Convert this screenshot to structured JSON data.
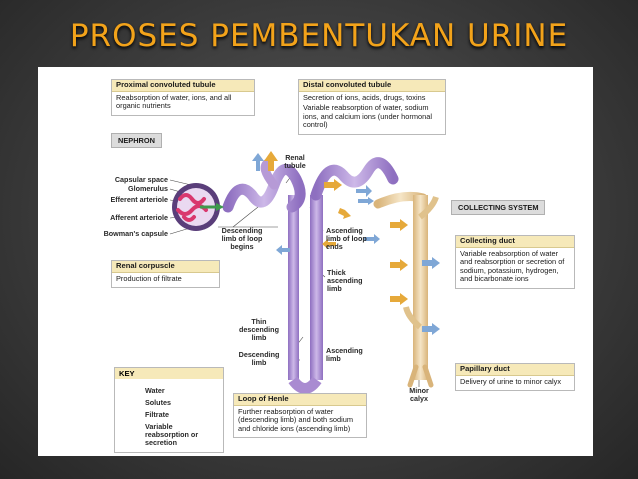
{
  "title": "PROSES PEMBENTUKAN URINE",
  "boxes": {
    "pct": {
      "title": "Proximal convoluted tubule",
      "lines": [
        "Reabsorption of water, ions, and all organic nutrients"
      ]
    },
    "dct": {
      "title": "Distal convoluted tubule",
      "lines": [
        "Secretion of ions, acids, drugs, toxins",
        "Variable reabsorption of water, sodium ions, and calcium ions (under hormonal control)"
      ]
    },
    "renal_corpuscle": {
      "title": "Renal corpuscle",
      "lines": [
        "Production of filtrate"
      ]
    },
    "collecting_duct": {
      "title": "Collecting duct",
      "lines": [
        "Variable reabsorption of water and reabsorption or secretion of sodium, potassium, hydrogen, and bicarbonate ions"
      ]
    },
    "papillary_duct": {
      "title": "Papillary duct",
      "lines": [
        "Delivery of urine to minor calyx"
      ]
    },
    "loop_of_henle": {
      "title": "Loop of Henle",
      "lines": [
        "Further reabsorption of water (descending limb) and both sodium and chloride ions (ascending limb)"
      ]
    }
  },
  "tags": {
    "nephron": "NEPHRON",
    "collecting_system": "COLLECTING SYSTEM"
  },
  "labels": {
    "capsular_space": "Capsular space",
    "glomerulus": "Glomerulus",
    "efferent_arteriole": "Efferent arteriole",
    "afferent_arteriole": "Afferent arteriole",
    "bowmans_capsule": "Bowman's capsule",
    "renal_tubule": "Renal tubule",
    "descending_limb_begins": "Descending limb of loop begins",
    "ascending_limb_ends": "Ascending limb of loop ends",
    "thick_ascending": "Thick ascending limb",
    "thin_descending": "Thin descending limb",
    "descending_limb": "Descending limb",
    "ascending_limb": "Ascending limb",
    "minor_calyx": "Minor calyx"
  },
  "key": {
    "title": "KEY",
    "items": [
      {
        "label": "Water",
        "color": "#7fa7d6"
      },
      {
        "label": "Solutes",
        "color": "#e6a93a"
      },
      {
        "label": "Filtrate",
        "color": "#3e9a4c"
      },
      {
        "label": "Variable reabsorption or secretion",
        "color": "#ffffff"
      }
    ]
  },
  "colors": {
    "title": "#f3a31a",
    "tubule": "#b69ad6",
    "duct": "#e8cf9e",
    "glomerulus": "#d9386e"
  }
}
